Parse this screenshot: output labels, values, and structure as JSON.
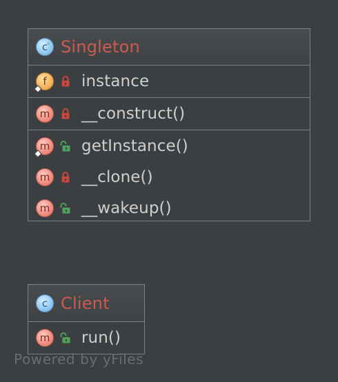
{
  "classes": {
    "singleton": {
      "name": "Singleton",
      "class_icon_letter": "c",
      "fields": [
        {
          "name": "instance",
          "icon_letter": "f",
          "visibility": "private",
          "static": true
        }
      ],
      "constructors": [
        {
          "name": "__construct()",
          "icon_letter": "m",
          "visibility": "private",
          "static": false
        }
      ],
      "methods": [
        {
          "name": "getInstance()",
          "icon_letter": "m",
          "visibility": "public",
          "static": true
        },
        {
          "name": "__clone()",
          "icon_letter": "m",
          "visibility": "private",
          "static": false
        },
        {
          "name": "__wakeup()",
          "icon_letter": "m",
          "visibility": "public",
          "static": false
        }
      ]
    },
    "client": {
      "name": "Client",
      "class_icon_letter": "c",
      "methods": [
        {
          "name": "run()",
          "icon_letter": "m",
          "visibility": "public",
          "static": false
        }
      ]
    }
  },
  "watermark": "Powered by yFiles",
  "colors": {
    "background": "#3c3f41",
    "class_name": "#cc5a4f",
    "member_text": "#cfcfcf",
    "private_lock": "#c9473c",
    "public_lock": "#4fa05a",
    "border": "#808080"
  }
}
